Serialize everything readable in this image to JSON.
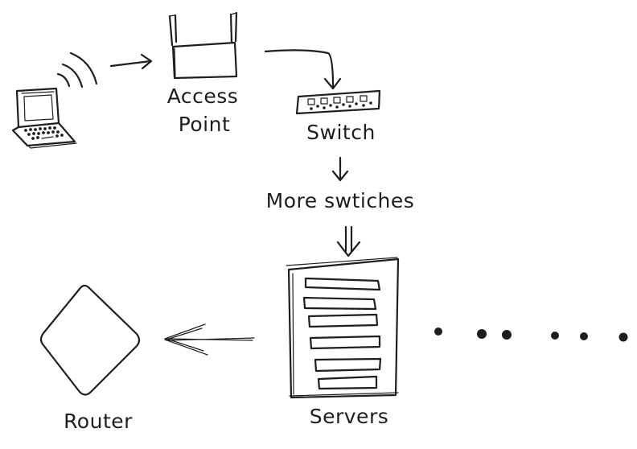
{
  "diagram": {
    "nodes": [
      {
        "id": "laptop",
        "label": ""
      },
      {
        "id": "access-point",
        "label_lines": [
          "Access",
          "Point"
        ]
      },
      {
        "id": "switch",
        "label": "Switch"
      },
      {
        "id": "more-switches",
        "label": "More swtiches"
      },
      {
        "id": "servers",
        "label": "Servers"
      },
      {
        "id": "router",
        "label": "Router"
      }
    ],
    "edges": [
      {
        "from": "laptop",
        "to": "access-point",
        "style": "wireless"
      },
      {
        "from": "access-point",
        "to": "switch",
        "style": "arrow"
      },
      {
        "from": "switch",
        "to": "more-switches",
        "style": "arrow"
      },
      {
        "from": "more-switches",
        "to": "servers",
        "style": "double-arrow"
      },
      {
        "from": "servers",
        "to": "router",
        "style": "sketch-arrow"
      }
    ],
    "continuation": "ellipsis",
    "ink_color": "#1e1e1e",
    "background": "#ffffff"
  }
}
